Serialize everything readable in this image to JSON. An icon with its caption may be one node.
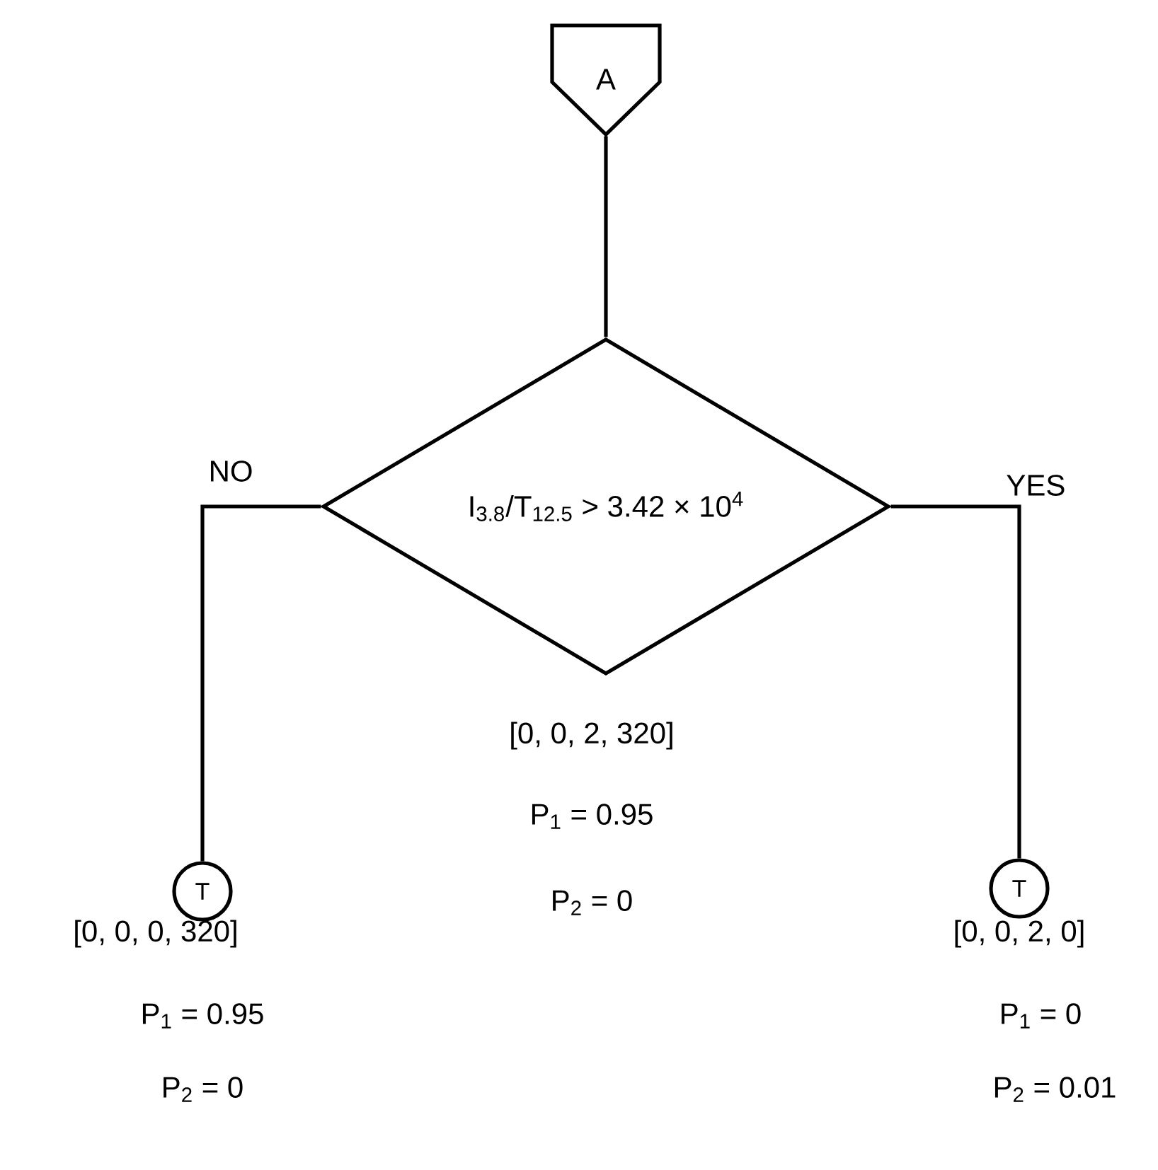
{
  "diagram": {
    "nodes": [
      {
        "text": [
          "A"
        ]
      },
      {
        "text": [
          "I$_{3.8}$/T$_{12.5}$ > 3.42 × 10$^{4}$"
        ],
        "beside": [
          "[0, 0, 2, 320]",
          "P$_{1}$ = 0.95",
          "P$_{2}$ = 0"
        ]
      },
      {
        "text": [
          "T"
        ],
        "beside": [
          "[0, 0, 0, 320]",
          "P$_{1}$ = 0.95",
          "P$_{2}$ = 0"
        ]
      },
      {
        "text": [
          "T"
        ],
        "beside": [
          "[0, 0, 2, 0]",
          "P$_{1}$ = 0",
          "P$_{2}$ = 0.01"
        ]
      }
    ],
    "edges": [
      {
        "from": 0,
        "to": 1,
        "arrow": "none"
      },
      {
        "from": 1,
        "to": 2,
        "arrow": "none",
        "label": "NO"
      },
      {
        "from": 1,
        "to": 3,
        "arrow": "none",
        "label": "YES"
      }
    ]
  }
}
